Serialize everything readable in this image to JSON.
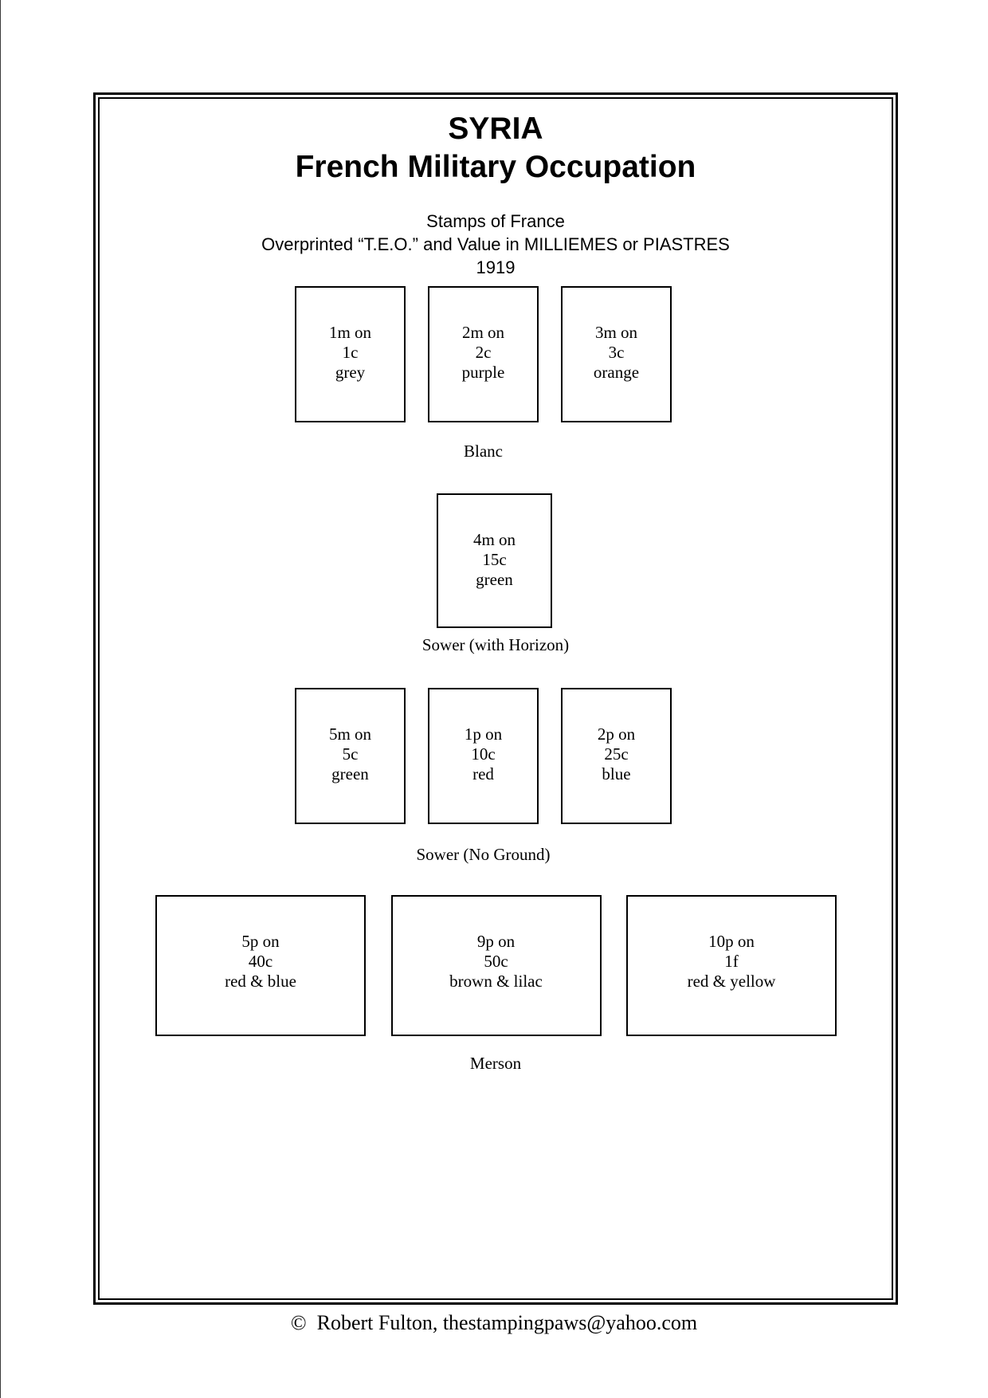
{
  "page": {
    "title": "SYRIA",
    "subtitle": "French Military Occupation",
    "header_lines": [
      "Stamps of France",
      "Overprinted “T.E.O.” and Value in MILLIEMES or PIASTRES",
      "1919"
    ],
    "footer": "©  Robert Fulton, thestampingpaws@yahoo.com"
  },
  "sections": [
    {
      "caption": "Blanc",
      "stamps": [
        {
          "label": "1m on\n1c\ngrey"
        },
        {
          "label": "2m on\n2c\npurple"
        },
        {
          "label": "3m on\n3c\norange"
        }
      ]
    },
    {
      "caption": "Sower (with Horizon)",
      "stamps": [
        {
          "label": "4m on\n15c\ngreen"
        }
      ]
    },
    {
      "caption": "Sower (No Ground)",
      "stamps": [
        {
          "label": "5m on\n5c\ngreen"
        },
        {
          "label": "1p on\n10c\nred"
        },
        {
          "label": "2p on\n25c\nblue"
        }
      ]
    },
    {
      "caption": "Merson",
      "stamps": [
        {
          "label": "5p on\n40c\nred & blue"
        },
        {
          "label": "9p on\n50c\nbrown & lilac"
        },
        {
          "label": "10p on\n1f\nred & yellow"
        }
      ]
    }
  ]
}
